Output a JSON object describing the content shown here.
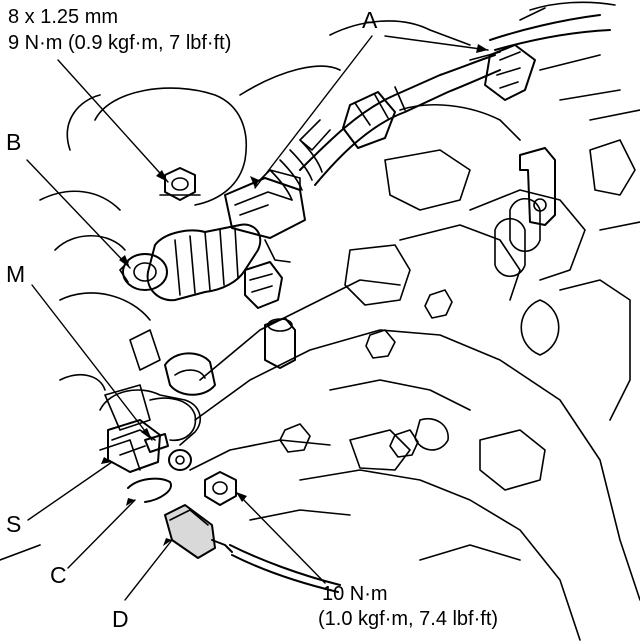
{
  "specs": {
    "top_size": "8 x 1.25 mm",
    "top_torque": "9 N·m (0.9 kgf·m, 7 lbf·ft)",
    "bottom_torque": "10 N·m",
    "bottom_torque_alt": "(1.0 kgf·m, 7.4 lbf·ft)"
  },
  "callouts": {
    "a": "A",
    "b": "B",
    "m": "M",
    "s": "S",
    "c": "C",
    "d": "D"
  },
  "colors": {
    "ink": "#000000",
    "paper": "#ffffff",
    "shade": "#d9d9d9"
  }
}
